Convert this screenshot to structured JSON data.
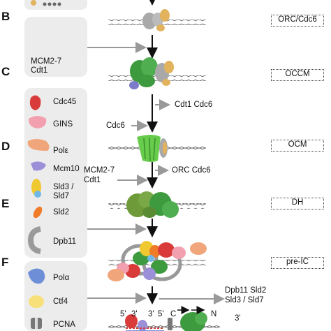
{
  "panels": {
    "b": {
      "letter": "B",
      "proteins": [
        "MCM2-7",
        "Cdt1"
      ],
      "stage": "ORC/Cdc6"
    },
    "c": {
      "letter": "C",
      "stage": "OCCM",
      "released": "Cdt1  Cdc6"
    },
    "d": {
      "letter": "D",
      "stage": "OCM",
      "input": "Cdc6",
      "legend": [
        "Cdc45",
        "GINS",
        "Polε",
        "Mcm10",
        "Sld3 /\nSld7",
        "Sld2",
        "Dpb11"
      ],
      "released": "ORC Cdc6",
      "added": [
        "MCM2-7",
        "Cdt1"
      ]
    },
    "e": {
      "letter": "E",
      "stage": "DH"
    },
    "f": {
      "letter": "F",
      "stage": "pre-IC",
      "legend": [
        "Polα",
        "Ctf4",
        "PCNA"
      ],
      "released": [
        "Dpb11  Sld2",
        "Sld3 / Sld7"
      ]
    }
  },
  "fork_labels": [
    "5'",
    "3'",
    "3'",
    "5'",
    "C",
    "N",
    "3'"
  ],
  "colors": {
    "mcm": "#3e9a3e",
    "orc": "#a9a9a9",
    "cdc6": "#e2b25c",
    "cdt1": "#7b7bc9",
    "cdc45": "#d93a3a",
    "gins": "#f2a0b0",
    "pol_epsilon": "#f0a67a",
    "mcm10": "#9b8fd8",
    "sld3": "#f0c830",
    "sld2": "#f07c2a",
    "dpb11": "#9a9a9a",
    "pol_alpha": "#6e8fd8",
    "ctf4": "#f7e07a",
    "pcna": "#777777"
  }
}
